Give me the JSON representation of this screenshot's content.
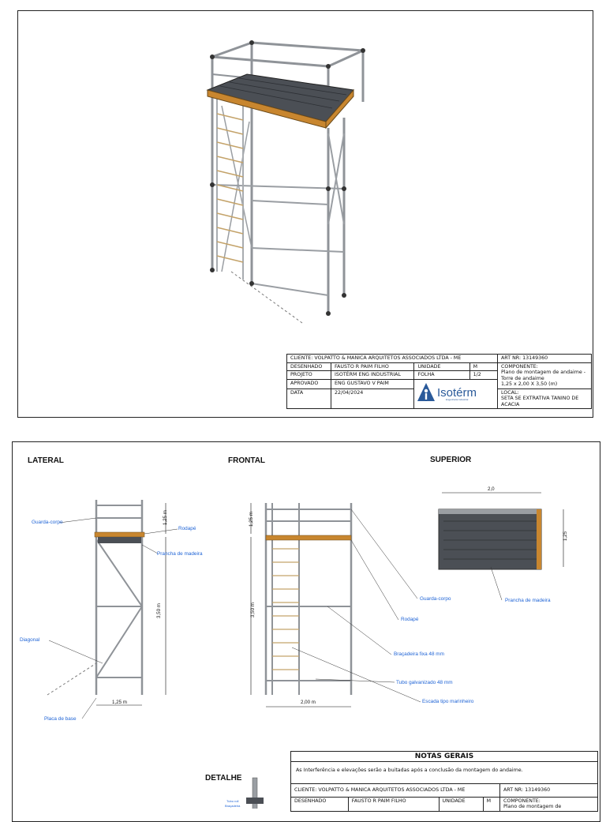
{
  "sheet1": {
    "title_block": {
      "cliente": "CLIENTE: VOLPATTO & MANICA ARQUITETOS ASSOCIADOS LTDA - ME",
      "art": "ART NR: 13149360",
      "desenhado_label": "DESENHADO",
      "desenhado_value": "FAUSTO R PAIM FILHO",
      "unidade_label": "UNIDADE",
      "unidade_value": "M",
      "componente": "COMPONENTE:\nPlano de montagem de andaime - Torre de andaime\n1,25 x 2,00 X 3,50 (m)",
      "projeto_label": "PROJETO",
      "projeto_value": "ISOTÉRM ENG INDUSTRIAL",
      "folha_label": "FOLHA",
      "folha_value": "1/2",
      "aprovado_label": "APROVADO",
      "aprovado_value": "ENG GUSTAVO V PAIM",
      "data_label": "DATA",
      "data_value": "22/04/2024",
      "local": "LOCAL:\n SETA SE EXTRATIVA TANINO DE ACACIA",
      "logo_text": "Isotérm",
      "logo_sub": "Engenharia Industrial"
    }
  },
  "sheet2": {
    "views": {
      "lateral": "LATERAL",
      "frontal": "FRONTAL",
      "superior": "SUPERIOR",
      "detalhe": "DETALHE"
    },
    "callouts": {
      "guarda_corpo_l": "Guarda-corpo",
      "rodape_l": "Rodapé",
      "prancha_l": "Prancha de madeira",
      "diagonal": "Diagonal",
      "placa": "Placa de base",
      "guarda_corpo_f": "Guarda-corpo",
      "rodape_f": "Rodapé",
      "bracadeira": "Braçadeira fixa 48 mm",
      "tubo": "Tubo galvanizado 48 mm",
      "escada": "Escada tipo marinheiro",
      "prancha_s": "Prancha de madeira",
      "tubo_roll": "Tubo roll",
      "bracadeira_det": "Braçadeira"
    },
    "dims": {
      "l_125_top": "1,25 m",
      "l_350": "3,50 m",
      "l_125_w": "1,25 m",
      "f_125_top": "1,25 m",
      "f_350": "3,50 m",
      "f_200": "2,00 m",
      "s_20": "2,0",
      "s_125": "1,25"
    },
    "notas": {
      "title": "NOTAS GERAIS",
      "text": "As Interferência e elevações serão a buitadas após a conclusão da montagem do andaime."
    },
    "title_block": {
      "cliente": "CLIENTE: VOLPATTO & MANICA ARQUITETOS ASSOCIADOS LTDA - ME",
      "art": "ART NR: 13149360",
      "desenhado_label": "DESENHADO",
      "desenhado_value": "FAUSTO R PAIM FILHO",
      "unidade_label": "UNIDADE",
      "unidade_value": "M",
      "componente": "COMPONENTE:\nPlano de montagem de"
    }
  },
  "colors": {
    "callout": "#1f64d6",
    "wood": "#c8862f",
    "deck": "#4b4f55",
    "steel": "#9a9ea3"
  }
}
